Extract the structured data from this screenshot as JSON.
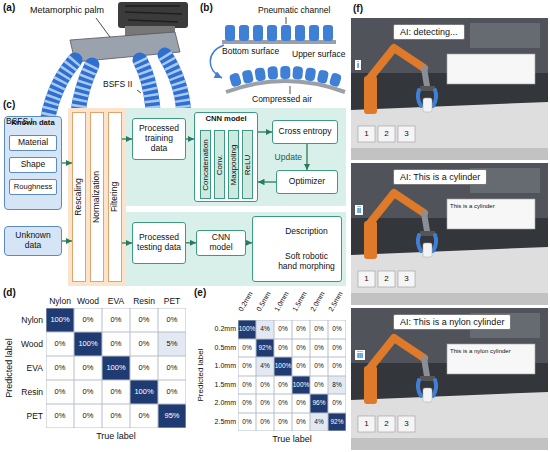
{
  "diagram": {
    "nodes": [
      {
        "text": [
          "Known data"
        ]
      },
      {
        "text": [
          "Material"
        ],
        "in": 0
      },
      {
        "text": [
          "Shape"
        ],
        "in": 0
      },
      {
        "text": [
          "Roughness"
        ],
        "in": 0
      },
      {
        "text": [
          "Unknown data"
        ]
      },
      {
        "text": [
          "Rescaling"
        ]
      },
      {
        "text": [
          "Normalization"
        ]
      },
      {
        "text": [
          "Filtering"
        ]
      },
      {
        "text": [
          "Processed training data"
        ]
      },
      {
        "text": [
          "CNN model"
        ]
      },
      {
        "text": [
          "Concatenation"
        ],
        "in": 9
      },
      {
        "text": [
          "Conv."
        ],
        "in": 9
      },
      {
        "text": [
          "Maxpooling"
        ],
        "in": 9
      },
      {
        "text": [
          "ReLU"
        ],
        "in": 9
      },
      {
        "text": [
          "Cross entropy"
        ]
      },
      {
        "text": [
          "Optimizer"
        ]
      },
      {
        "text": [
          "Processed testing data"
        ]
      },
      {
        "text": [
          "CNN model"
        ]
      },
      {
        "text": [
          "Description",
          "Soft robotic hand morphing"
        ]
      },
      {
        "text": [
          "AI: detecting..."
        ]
      },
      {
        "text": [
          "AI: This is a cylinder"
        ]
      },
      {
        "text": [
          "AI: This is a nylon cylinder"
        ]
      }
    ],
    "edges": [
      {
        "from": 0,
        "to": 5,
        "arrow": "to"
      },
      {
        "from": 4,
        "to": 5,
        "arrow": "to"
      },
      {
        "from": 7,
        "to": 8,
        "arrow": "to"
      },
      {
        "from": 7,
        "to": 16,
        "arrow": "to"
      },
      {
        "from": 8,
        "to": 9,
        "arrow": "to"
      },
      {
        "from": 9,
        "to": 14,
        "arrow": "to"
      },
      {
        "from": 14,
        "to": 15,
        "label": "Update",
        "arrow": "to"
      },
      {
        "from": 15,
        "to": 9,
        "arrow": "to"
      },
      {
        "from": 16,
        "to": 17,
        "arrow": "to"
      },
      {
        "from": 17,
        "to": 18,
        "arrow": "to"
      }
    ],
    "labels": [
      "(a)",
      "Metamorphic palm",
      "BSFS II",
      "BSFS I",
      "(b)",
      "Pneumatic channel",
      "Bottom surface",
      "Upper surface",
      "Compressed air",
      "(c)",
      "(d)",
      "Nylon",
      "Wood",
      "EVA",
      "Resin",
      "PET",
      "Predicted label",
      "Nylon",
      "100%",
      "0%",
      "0%",
      "0%",
      "0%",
      "Wood",
      "0%",
      "100%",
      "0%",
      "0%",
      "5%",
      "EVA",
      "0%",
      "0%",
      "100%",
      "0%",
      "0%",
      "Resin",
      "0%",
      "0%",
      "0%",
      "100%",
      "0%",
      "PET",
      "0%",
      "0%",
      "0%",
      "0%",
      "95%",
      "True label",
      "(e)",
      "0.2mm",
      "0.5mm",
      "1.0mm",
      "1.5mm",
      "2.0mm",
      "2.5mm",
      "Predicted label",
      "0.2mm",
      "100%",
      "4%",
      "0%",
      "0%",
      "0%",
      "0%",
      "0.5mm",
      "0%",
      "92%",
      "0%",
      "0%",
      "0%",
      "0%",
      "1.0mm",
      "0%",
      "4%",
      "100%",
      "0%",
      "0%",
      "0%",
      "1.5mm",
      "0%",
      "0%",
      "0%",
      "100%",
      "0%",
      "8%",
      "2.0mm",
      "0%",
      "0%",
      "0%",
      "0%",
      "96%",
      "0%",
      "2.5mm",
      "0%",
      "0%",
      "0%",
      "0%",
      "4%",
      "92%",
      "True label",
      "(f)",
      "i",
      "1",
      "2",
      "3",
      "ii",
      "1",
      "2",
      "3",
      "This is a cylinder",
      "iii",
      "1",
      "2",
      "3",
      "This is a nylon cylinder"
    ]
  }
}
